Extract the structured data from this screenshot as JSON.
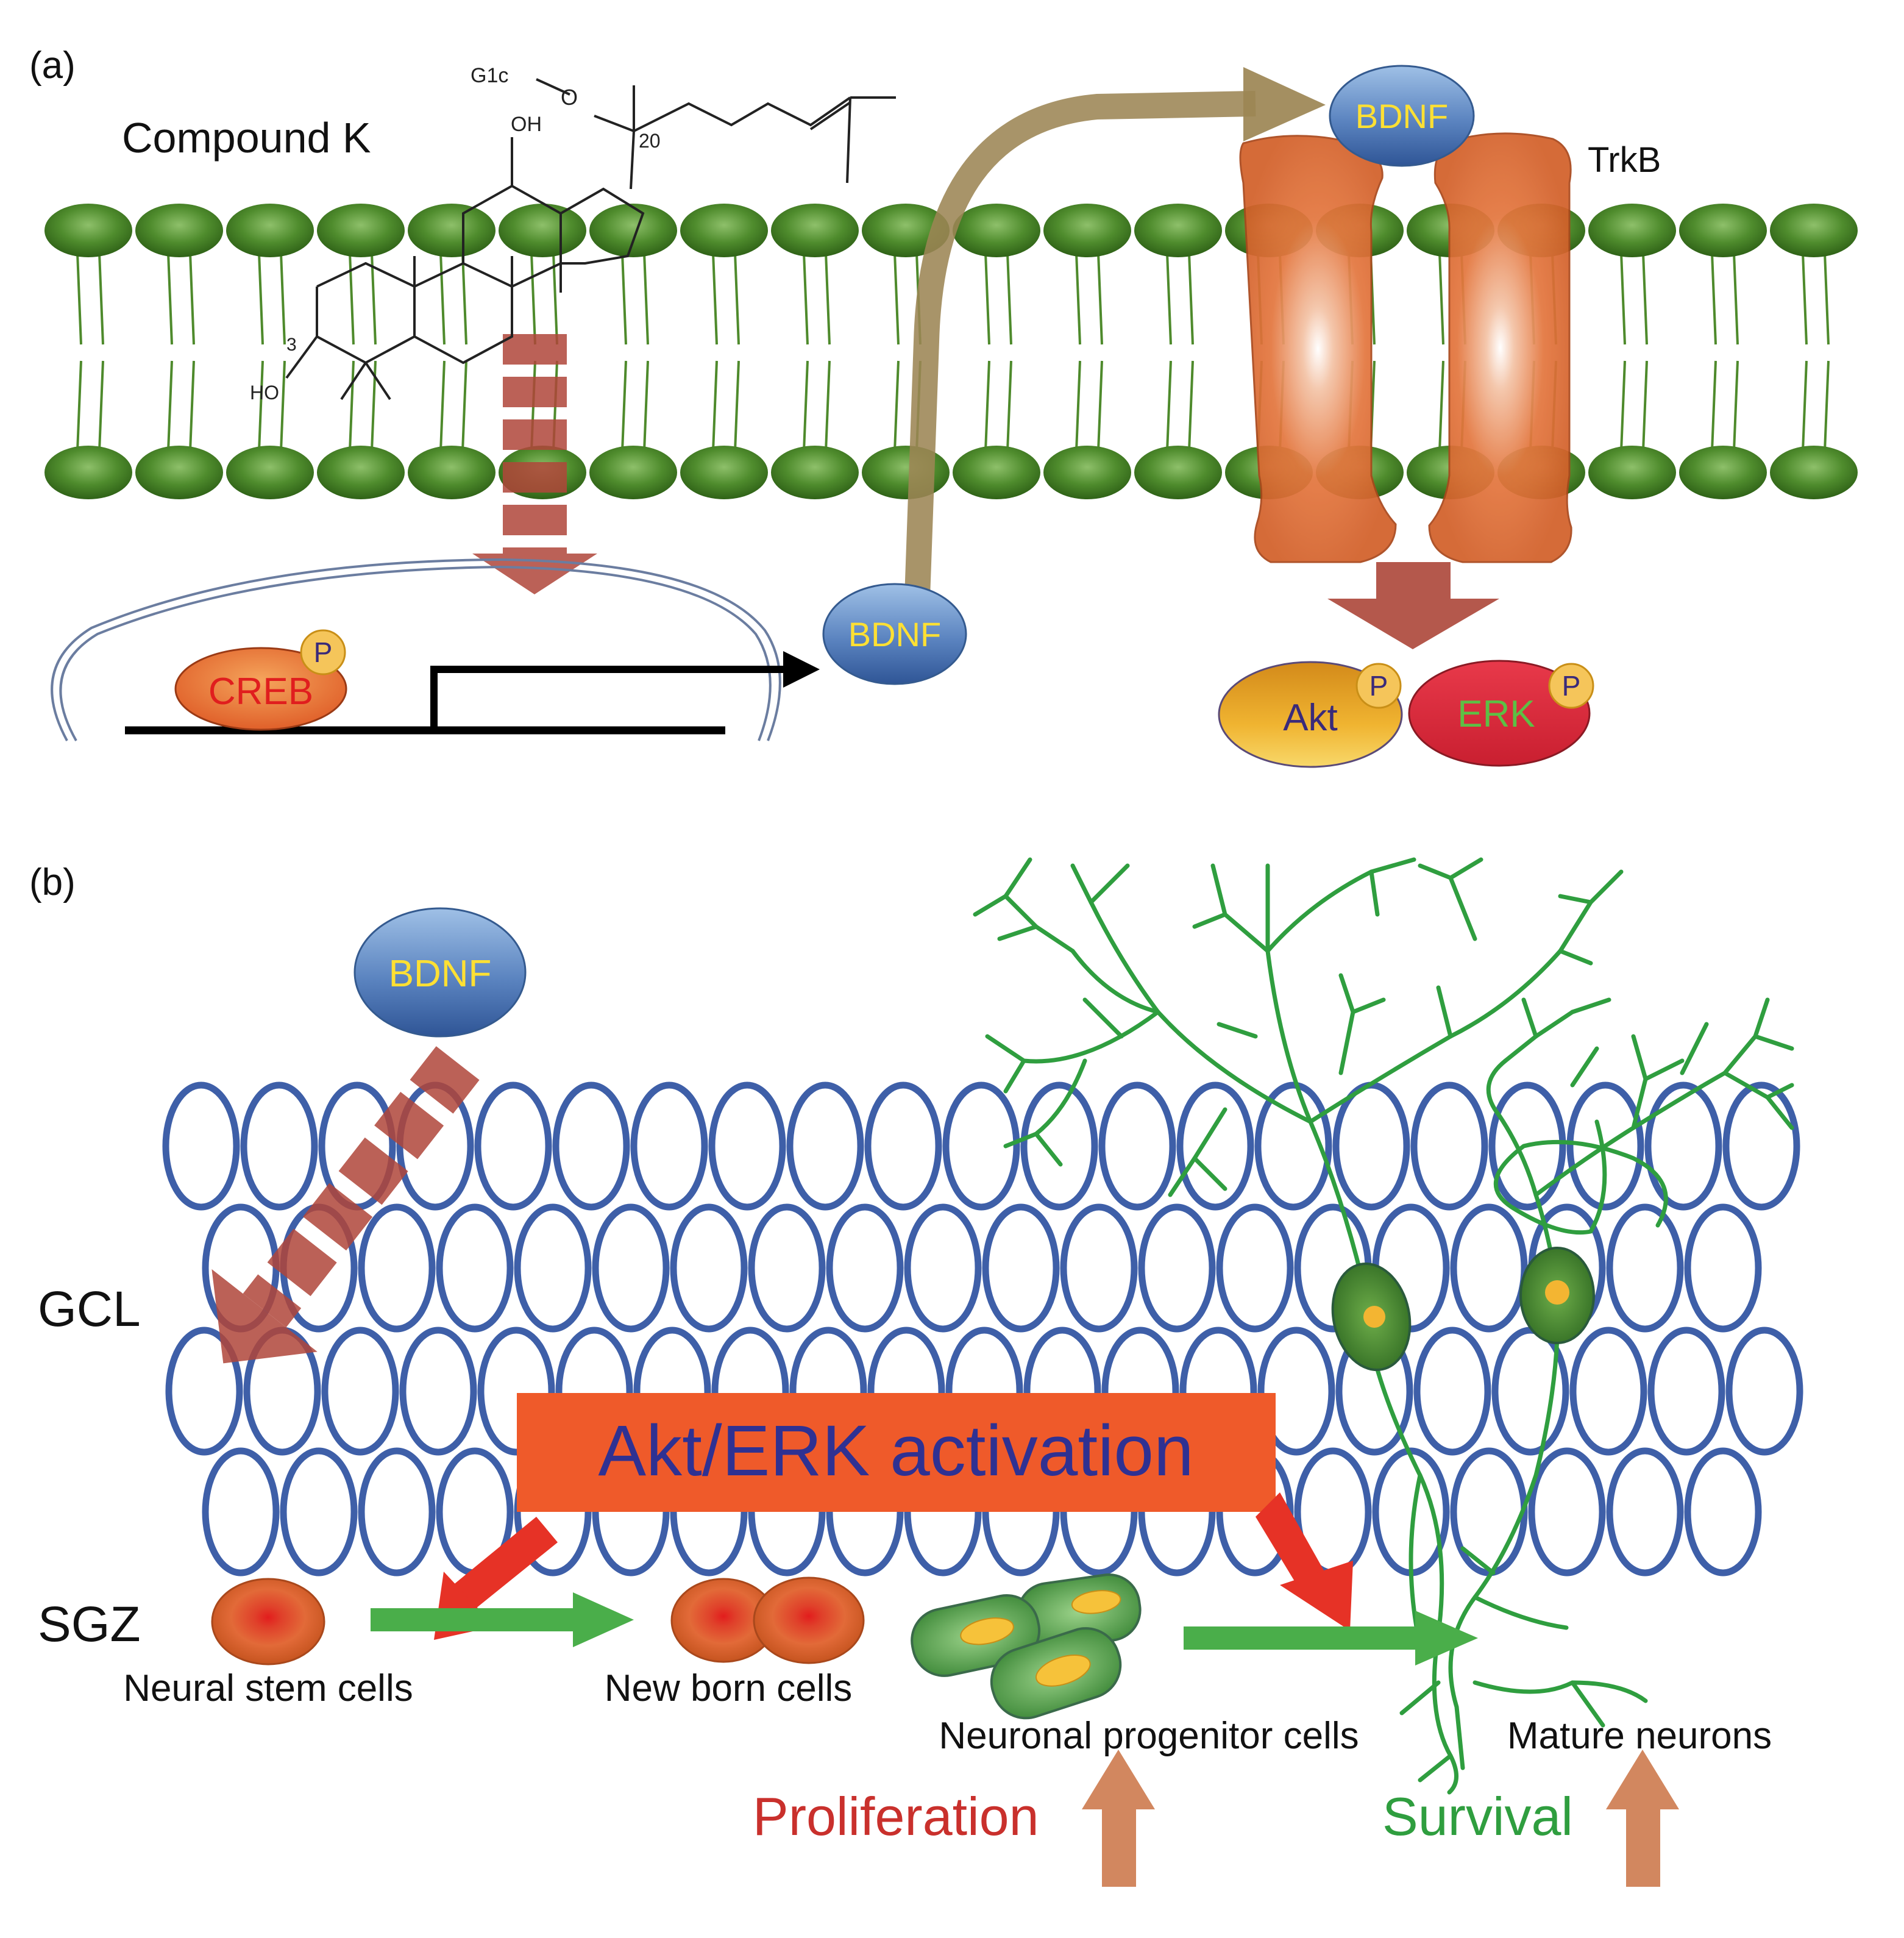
{
  "panel_a": {
    "label": "(a)",
    "compound_name": "Compound K",
    "structure_labels": {
      "glc": "G1c",
      "o": "O",
      "oh": "OH",
      "c20": "20",
      "c3": "3",
      "ho": "HO"
    },
    "receptor_label": "TrkB",
    "bdnf_nucleus": "BDNF",
    "bdnf_receptor": "BDNF",
    "creb": "CREB",
    "phospho": "P",
    "akt": "Akt",
    "erk": "ERK"
  },
  "panel_b": {
    "label": "(b)",
    "bdnf": "BDNF",
    "gcl": "GCL",
    "sgz": "SGZ",
    "activation": "Akt/ERK activation",
    "cells": {
      "stem": "Neural stem cells",
      "newborn": "New born cells",
      "progenitor": "Neuronal progenitor cells",
      "mature": "Mature neurons"
    },
    "proliferation": "Proliferation",
    "survival": "Survival"
  },
  "colors": {
    "membrane_green": "#4e8a2c",
    "receptor_orange": "#e0703a",
    "gcl_blue": "#3e5fa8",
    "activation_box": "#ef5a2a",
    "activation_text": "#2f3192",
    "neuron_green": "#2f9e3f",
    "proliferation_red": "#c9302c",
    "survival_green": "#2f9e3f",
    "bdnf_text": "#ffe033"
  }
}
